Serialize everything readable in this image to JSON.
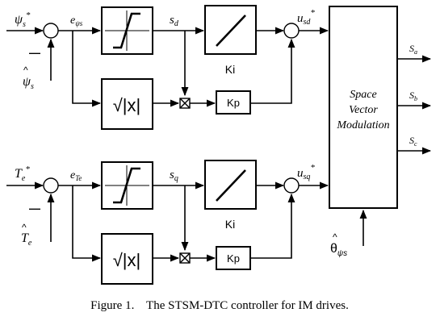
{
  "loops": [
    {
      "id": "flux",
      "ref_symbol": "ψ",
      "ref_sub": "s",
      "ref_sup": "*",
      "fb_symbol": "ψ",
      "fb_sub": "s",
      "fb_hat": "^",
      "err_symbol": "e",
      "err_sub": "ψs",
      "sw_symbol": "s",
      "sw_sub": "d",
      "out_symbol": "u",
      "out_sub": "sd",
      "out_sup": "*",
      "minus": "—"
    },
    {
      "id": "torque",
      "ref_symbol": "T",
      "ref_sub": "e",
      "ref_sup": "*",
      "fb_symbol": "T",
      "fb_sub": "e",
      "fb_hat": "^",
      "err_symbol": "e",
      "err_sub": "Te",
      "sw_symbol": "s",
      "sw_sub": "q",
      "out_symbol": "u",
      "out_sub": "sq",
      "out_sup": "*",
      "minus": "—"
    }
  ],
  "blocks": {
    "sqrt_label": "√|x|",
    "ki_label": "Ki",
    "kp_label": "Kp",
    "svm_label": [
      "Space",
      "Vector",
      "Modulation"
    ]
  },
  "outputs": [
    {
      "symbol": "S",
      "sub": "a"
    },
    {
      "symbol": "S",
      "sub": "b"
    },
    {
      "symbol": "S",
      "sub": "c"
    }
  ],
  "theta": {
    "symbol": "θ",
    "sub": "ψs",
    "hat": "^"
  },
  "caption": "Figure 1.    The STSM-DTC controller for IM drives."
}
